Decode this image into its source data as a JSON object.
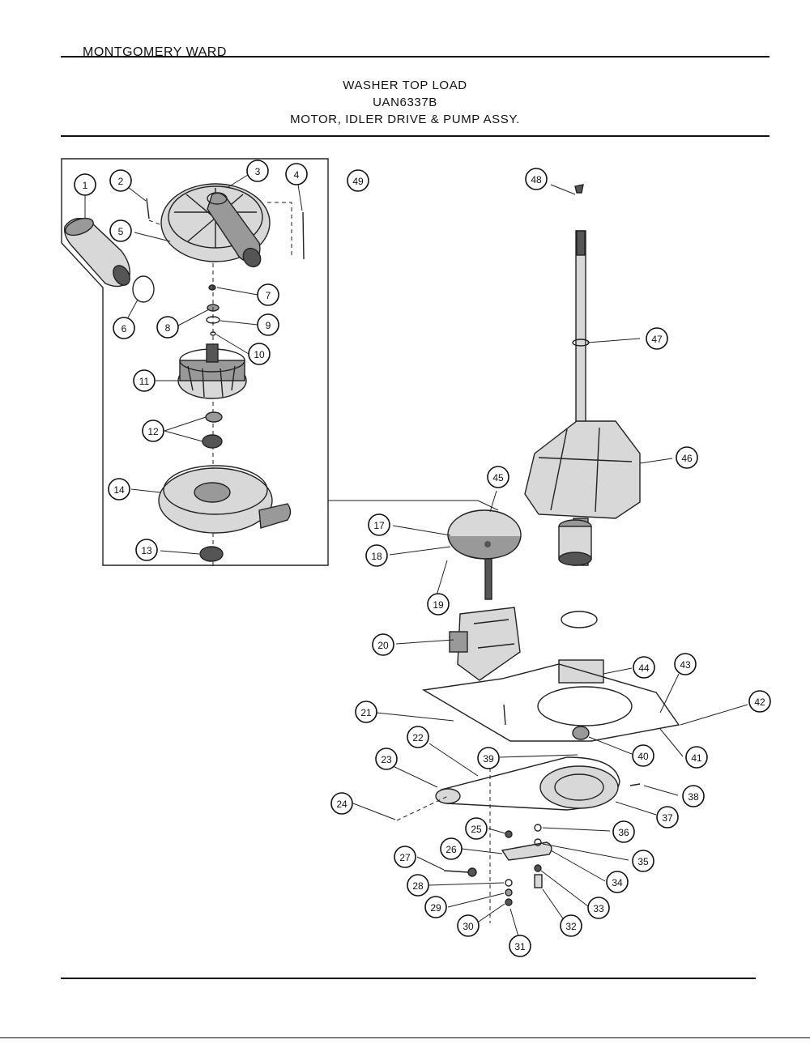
{
  "header": {
    "brand": "MONTGOMERY WARD",
    "title": "WASHER TOP LOAD",
    "model": "UAN6337B",
    "subtitle": "MOTOR, IDLER DRIVE & PUMP ASSY."
  },
  "callouts": [
    "1",
    "2",
    "3",
    "4",
    "5",
    "6",
    "7",
    "8",
    "9",
    "10",
    "11",
    "12",
    "13",
    "14",
    "17",
    "18",
    "19",
    "20",
    "21",
    "22",
    "23",
    "24",
    "25",
    "26",
    "27",
    "28",
    "29",
    "30",
    "31",
    "32",
    "33",
    "34",
    "35",
    "36",
    "37",
    "38",
    "39",
    "40",
    "41",
    "42",
    "43",
    "44",
    "45",
    "46",
    "47",
    "48",
    "49"
  ]
}
